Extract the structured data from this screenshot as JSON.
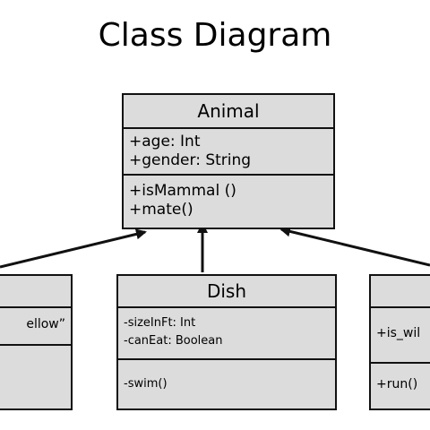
{
  "diagram": {
    "title": "Class Diagram"
  },
  "classes": {
    "animal": {
      "name": "Animal",
      "attributes": [
        "+age: Int",
        "+gender: String"
      ],
      "operations": [
        "+isMammal ()",
        "+mate()"
      ]
    },
    "dish": {
      "name": "Dish",
      "attributes": [
        "-sizeInFt: Int",
        "-canEat: Boolean"
      ],
      "operations": [
        "-swim()"
      ]
    },
    "left": {
      "name": "",
      "attributes": [
        "ellow”"
      ],
      "operations": []
    },
    "right": {
      "name": "",
      "attributes": [
        "+is_wil"
      ],
      "operations": [
        "+run()"
      ]
    }
  },
  "colors": {
    "box_fill": "#dcdcdc",
    "stroke": "#111111"
  }
}
